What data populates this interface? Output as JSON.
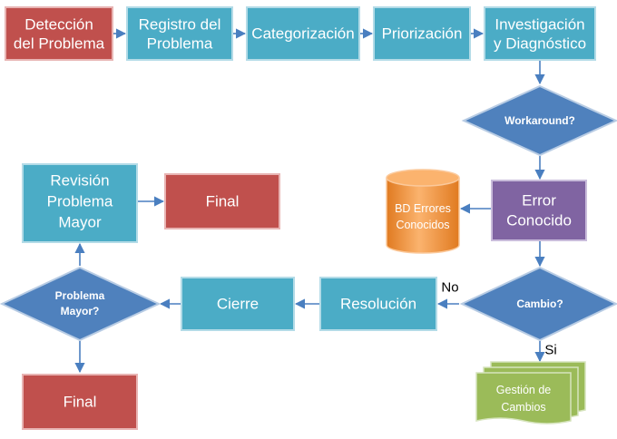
{
  "colors": {
    "teal": "#4bacc6",
    "red": "#c0504d",
    "purple": "#8064a2",
    "blue": "#4f81bd",
    "orange": "#f79646",
    "green": "#9bbb59",
    "connector": "#4a7fc0"
  },
  "nodes": {
    "deteccion": [
      "Detección",
      "del Problema"
    ],
    "registro": [
      "Registro del",
      "Problema"
    ],
    "categorizacion": [
      "Categorización"
    ],
    "priorizacion": [
      "Priorización"
    ],
    "investigacion": [
      "Investigación",
      "y Diagnóstico"
    ],
    "workaround": [
      "Workaround?"
    ],
    "error_conocido": [
      "Error",
      "Conocido"
    ],
    "bd_errores": [
      "BD Errores",
      "Conocidos"
    ],
    "cambio": [
      "Cambio?"
    ],
    "gestion_cambios": [
      "Gestión de",
      "Cambios"
    ],
    "resolucion": [
      "Resolución"
    ],
    "cierre": [
      "Cierre"
    ],
    "problema_mayor": [
      "Problema",
      "Mayor?"
    ],
    "revision": [
      "Revisión",
      "Problema",
      "Mayor"
    ],
    "final_top": [
      "Final"
    ],
    "final_bottom": [
      "Final"
    ]
  },
  "edge_labels": {
    "no": "No",
    "si": "Si"
  }
}
